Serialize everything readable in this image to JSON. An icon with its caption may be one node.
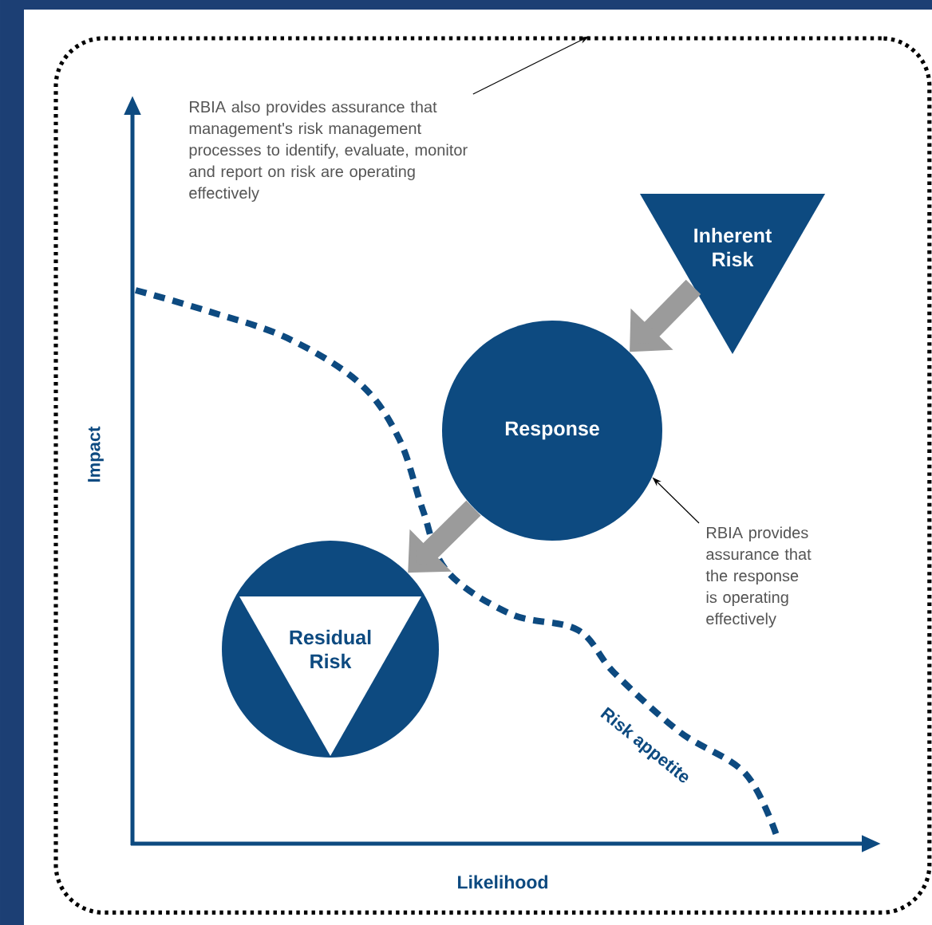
{
  "diagram": {
    "nodes": [
      {
        "text": [],
        "shape": "box"
      },
      {
        "text": [
          "RBIA also provides assurance that management's risk management processes to identify, evaluate, monitor and report on risk are operating effectively"
        ],
        "in": 0
      },
      {
        "text": [
          "Inherent Risk"
        ],
        "in": 0
      },
      {
        "text": [
          "Response"
        ],
        "in": 0
      },
      {
        "text": [
          "RBIA provides assurance that the response is operating effectively"
        ],
        "in": 0
      },
      {
        "text": [
          "Residual Risk"
        ],
        "in": 0
      }
    ],
    "edges": [
      {
        "from": 1,
        "to": 0,
        "arrow": "to"
      },
      {
        "from": 2,
        "to": 3,
        "arrow": "to",
        "style": "thick",
        "color": "#9b9b9b"
      },
      {
        "from": 3,
        "to": 5,
        "arrow": "to",
        "style": "thick",
        "color": "#9b9b9b"
      },
      {
        "from": 4,
        "to": 3,
        "arrow": "to"
      }
    ],
    "labels": [
      "Impact",
      "Likelihood",
      "Risk appetite"
    ]
  }
}
